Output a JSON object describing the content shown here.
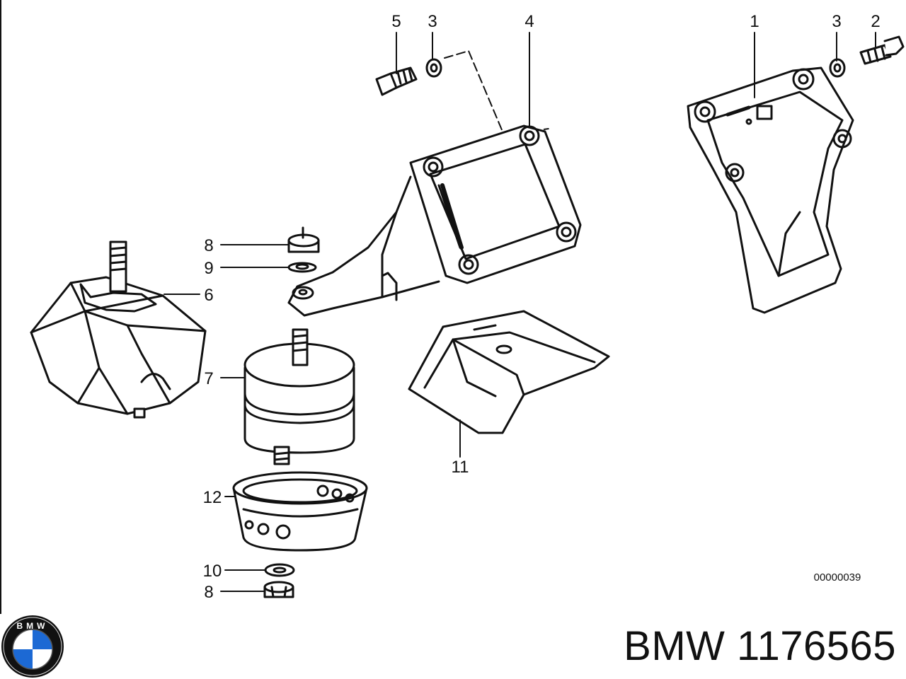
{
  "diagram": {
    "callouts": {
      "c1": "1",
      "c2": "2",
      "c3a": "3",
      "c3b": "3",
      "c4": "4",
      "c5": "5",
      "c6": "6",
      "c7": "7",
      "c8a": "8",
      "c8b": "8",
      "c9": "9",
      "c10": "10",
      "c11": "11",
      "c12": "12"
    },
    "drawing_code": "00000039"
  },
  "footer": {
    "logo_text": "BMW",
    "part_number": "BMW 1176565"
  },
  "colors": {
    "ink": "#111111",
    "background": "#ffffff",
    "logo_blue": "#1c69d4"
  }
}
